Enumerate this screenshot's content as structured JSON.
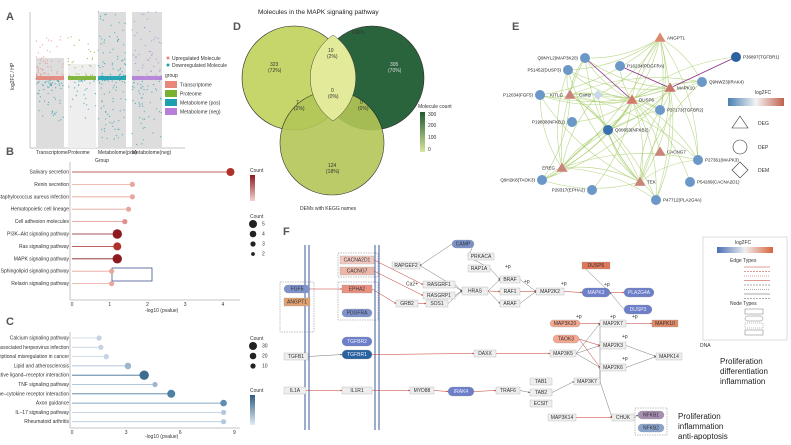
{
  "panels": {
    "A": "A",
    "B": "B",
    "C": "C",
    "D": "D",
    "E": "E",
    "F": "F"
  },
  "panel_a": {
    "ylabel": "log2FC / HP",
    "xlabel": "Group",
    "xticks": [
      "Transcriptome",
      "Proteome",
      "Metabolome(pos)",
      "Metabolome(neg)"
    ],
    "legend_up": "Upregulated Molecule",
    "legend_down": "Downregulated Molecule",
    "legend_group_title": "group",
    "groups": [
      {
        "name": "Transcriptome",
        "color": "#e8867a"
      },
      {
        "name": "Proteome",
        "color": "#7ab030"
      },
      {
        "name": "Metabolome (pos)",
        "color": "#1ca0b0"
      },
      {
        "name": "Metabolome (neg)",
        "color": "#b77fd9"
      }
    ]
  },
  "panel_b": {
    "xlabel": "-log10 (pvalue)",
    "legend_title": "Count",
    "size_title": "Count",
    "items": [
      {
        "label": "Salivary secretion",
        "value": 4.2,
        "size": 4,
        "color": "#b0302a"
      },
      {
        "label": "Renin secretion",
        "value": 1.6,
        "size": 2,
        "color": "#e7a79c"
      },
      {
        "label": "Staphylococcus aureus infection",
        "value": 1.6,
        "size": 2,
        "color": "#e7a79c"
      },
      {
        "label": "Hematopoietic cell lineage",
        "value": 1.5,
        "size": 2,
        "color": "#e7a79c"
      },
      {
        "label": "Cell adhesion molecules",
        "value": 1.4,
        "size": 2,
        "color": "#e09088"
      },
      {
        "label": "PI3K–Akt signaling pathway",
        "value": 1.2,
        "size": 5,
        "color": "#8c1a20"
      },
      {
        "label": "Ras signaling pathway",
        "value": 1.2,
        "size": 4,
        "color": "#b0302a"
      },
      {
        "label": "MAPK signaling pathway",
        "value": 1.2,
        "size": 5,
        "color": "#8c1a20"
      },
      {
        "label": "Sphingolipid signaling pathway",
        "value": 1.05,
        "size": 2,
        "color": "#e7a79c"
      },
      {
        "label": "Relaxin signaling pathway",
        "value": 1.05,
        "size": 2,
        "color": "#e7a79c"
      }
    ],
    "xticks": [
      "0",
      "1",
      "2",
      "3",
      "4"
    ],
    "legend_counts": [
      "5",
      "4",
      "3",
      "2"
    ]
  },
  "panel_c": {
    "xlabel": "-log10 (pvalue)",
    "legend_title": "Count",
    "size_title": "Count",
    "items": [
      {
        "label": "Calcium signaling pathway",
        "value": 1.5,
        "size": 2,
        "color": "#c3d3e3"
      },
      {
        "label": "Kaposi sarcoma–associated herpesvirus infection",
        "value": 1.6,
        "size": 2,
        "color": "#c3d3e3"
      },
      {
        "label": "Transcriptional misregulation in cancer",
        "value": 1.9,
        "size": 2,
        "color": "#c3d3e3"
      },
      {
        "label": "Lipid and atherosclerosis",
        "value": 3.1,
        "size": 3,
        "color": "#9cb6cf"
      },
      {
        "label": "Neuroactive ligand–receptor interaction",
        "value": 4.0,
        "size": 5,
        "color": "#3e6d92"
      },
      {
        "label": "TNF signaling pathway",
        "value": 4.6,
        "size": 2,
        "color": "#9cb6cf"
      },
      {
        "label": "Cytokine–cytokine receptor interaction",
        "value": 5.5,
        "size": 4,
        "color": "#4e7fa5"
      },
      {
        "label": "Axon guidance",
        "value": 8.4,
        "size": 3,
        "color": "#5d8db3"
      },
      {
        "label": "IL–17 signaling pathway",
        "value": 8.4,
        "size": 2,
        "color": "#b4c8db"
      },
      {
        "label": "Rheumatoid arthritis",
        "value": 8.4,
        "size": 2,
        "color": "#b4c8db"
      }
    ],
    "xticks": [
      "0",
      "3",
      "6",
      "9"
    ],
    "legend_counts": [
      "30",
      "20",
      "10"
    ]
  },
  "panel_d": {
    "title": "Molecules in the MAPK signaling pathway",
    "label_deps": "DEPs",
    "label_dems": "DEMs  with KEGG names",
    "legend_title": "Molecule count",
    "regions": [
      {
        "count": "323",
        "pct": "(72%)"
      },
      {
        "count": "10",
        "pct": "(2%)"
      },
      {
        "count": "305",
        "pct": "(70%)"
      },
      {
        "count": "7",
        "pct": "(2%)"
      },
      {
        "count": "0",
        "pct": "(0%)"
      },
      {
        "count": "0",
        "pct": "(0%)"
      },
      {
        "count": "124",
        "pct": "(18%)"
      }
    ],
    "legend_ticks": [
      "300",
      "200",
      "100",
      "0"
    ]
  },
  "panel_e": {
    "legend_scale": "log2FC",
    "legend_shapes": [
      "DEG",
      "DEP",
      "DEM"
    ],
    "nodes": [
      {
        "id": "ANGPT1",
        "label": "ANGPT1",
        "shape": "tri"
      },
      {
        "id": "Q9NYL2",
        "label": "Q9NYL2(MAP3K20)",
        "shape": "circ"
      },
      {
        "id": "P16234",
        "label": "P16234(PDGFRA)",
        "shape": "circ"
      },
      {
        "id": "P51452",
        "label": "P51452(DUSP3)",
        "shape": "circ"
      },
      {
        "id": "P36897",
        "label": "P36897(TGFBR1)",
        "shape": "circ"
      },
      {
        "id": "Q9NWZ3",
        "label": "Q9NWZ3(IRAK4)",
        "shape": "circ"
      },
      {
        "id": "MAPK10",
        "label": "MAPK10",
        "shape": "tri"
      },
      {
        "id": "P12034",
        "label": "P12034(FGF5)",
        "shape": "circ"
      },
      {
        "id": "KITLG",
        "label": "KITLG",
        "shape": "tri"
      },
      {
        "id": "Camp",
        "label": "Camp",
        "shape": "diamond"
      },
      {
        "id": "DUSP6",
        "label": "DUSP6",
        "shape": "tri"
      },
      {
        "id": "P37173",
        "label": "P37173(TGFBR2)",
        "shape": "circ"
      },
      {
        "id": "P19838",
        "label": "P19838(NFKB1)",
        "shape": "circ"
      },
      {
        "id": "Q00653",
        "label": "Q00653(NFKB2)",
        "shape": "circ"
      },
      {
        "id": "CACNG7",
        "label": "CACNG7",
        "shape": "tri"
      },
      {
        "id": "P27361",
        "label": "P27361(MAPK3)",
        "shape": "circ"
      },
      {
        "id": "EREG",
        "label": "EREG",
        "shape": "tri"
      },
      {
        "id": "Q9H2K8",
        "label": "Q9H2K8(TAOK3)",
        "shape": "circ"
      },
      {
        "id": "P29317",
        "label": "P29317(EPHA2)",
        "shape": "circ"
      },
      {
        "id": "TEK",
        "label": "TEK",
        "shape": "tri"
      },
      {
        "id": "P54289",
        "label": "P54289(CACNA2D1)",
        "shape": "circ"
      },
      {
        "id": "P47712",
        "label": "P47712(PLA2G4A)",
        "shape": "circ"
      }
    ]
  },
  "panel_f": {
    "legend_title": "log2FC",
    "edge_types": "Edge Types",
    "node_types": "Node Types",
    "outcome1": [
      "Proliferation",
      "differentiation",
      "inflammation"
    ],
    "outcome2": [
      "Proliferation",
      "inflammation",
      "anti-apoptosis"
    ],
    "dna": "DNA",
    "nodes": {
      "CAMP": "CAMP",
      "PRKACA": "PRKACA",
      "RAP1A": "RAP1A",
      "RAPGEF2": "RAPGEF2",
      "CACNA2D1": "CACNA2D1",
      "CACNG7": "CACNG7",
      "Ca2": "Ca2+",
      "RASGRF1": "RASGRF1",
      "RASGRP1": "RASGRP1",
      "HRAS": "HRAS",
      "BRAF": "BRAF",
      "RAF1": "RAF1",
      "ARAF": "ARAF",
      "MAP2K2": "MAP2K2",
      "MAPK3": "MAPK3",
      "DUSP6": "DUSP6",
      "PLA2G4A": "PLA2G4A",
      "DUSP3": "DUSP3",
      "FGF5": "FGF5",
      "ANGPT1": "ANGPT1",
      "EPHA2": "EPHA2",
      "PDGFRA": "PDGFRA",
      "GRB2": "GRB2",
      "SOS1": "SOS1",
      "TGFB1": "TGFB1",
      "TGFBR2": "TGFBR2",
      "TGFBR1": "TGFBR1",
      "DAXX": "DAXX",
      "MAP3K5": "MAP3K5",
      "MAP3K20": "MAP3K20",
      "MAP2K7": "MAP2K7",
      "MAPK10": "MAPK10",
      "TAOK3": "TAOK3",
      "MAP2K3": "MAP2K3",
      "MAP2K6": "MAP2K6",
      "MAPK14": "MAPK14",
      "IL1A": "IL1A",
      "IL1R1": "IL1R1",
      "MYD88": "MYD88",
      "IRAK4": "IRAK4",
      "TRAF6": "TRAF6",
      "TAB1": "TAB1",
      "TAB2": "TAB2",
      "ECSIT": "ECSIT",
      "MAP3K7": "MAP3K7",
      "MAP3K14": "MAP3K14",
      "CHUK": "CHUK",
      "NFKB1": "NFKB1",
      "NFKB2": "NFKB2"
    },
    "plus": "+p"
  }
}
